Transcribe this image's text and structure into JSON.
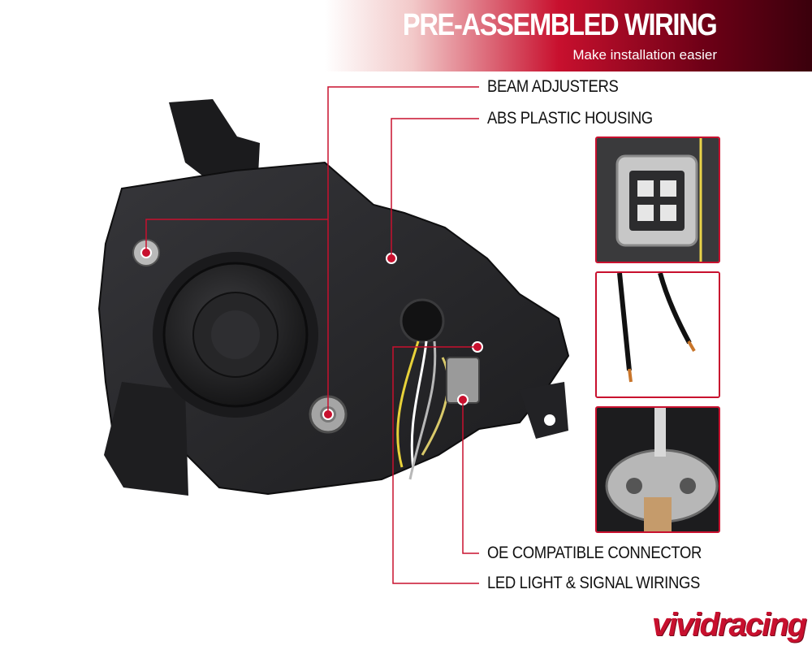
{
  "banner": {
    "title": "PRE-ASSEMBLED WIRING",
    "subtitle": "Make installation easier"
  },
  "callouts": {
    "beam_adjusters": "BEAM ADJUSTERS",
    "abs_housing": "ABS PLASTIC HOUSING",
    "oe_connector": "OE COMPATIBLE CONNECTOR",
    "led_wirings": "LED LIGHT & SIGNAL WIRINGS"
  },
  "logo": {
    "text": "vividracing"
  },
  "colors": {
    "accent": "#c8102e",
    "housing": "#2a2a2c",
    "dark": "#111111"
  }
}
